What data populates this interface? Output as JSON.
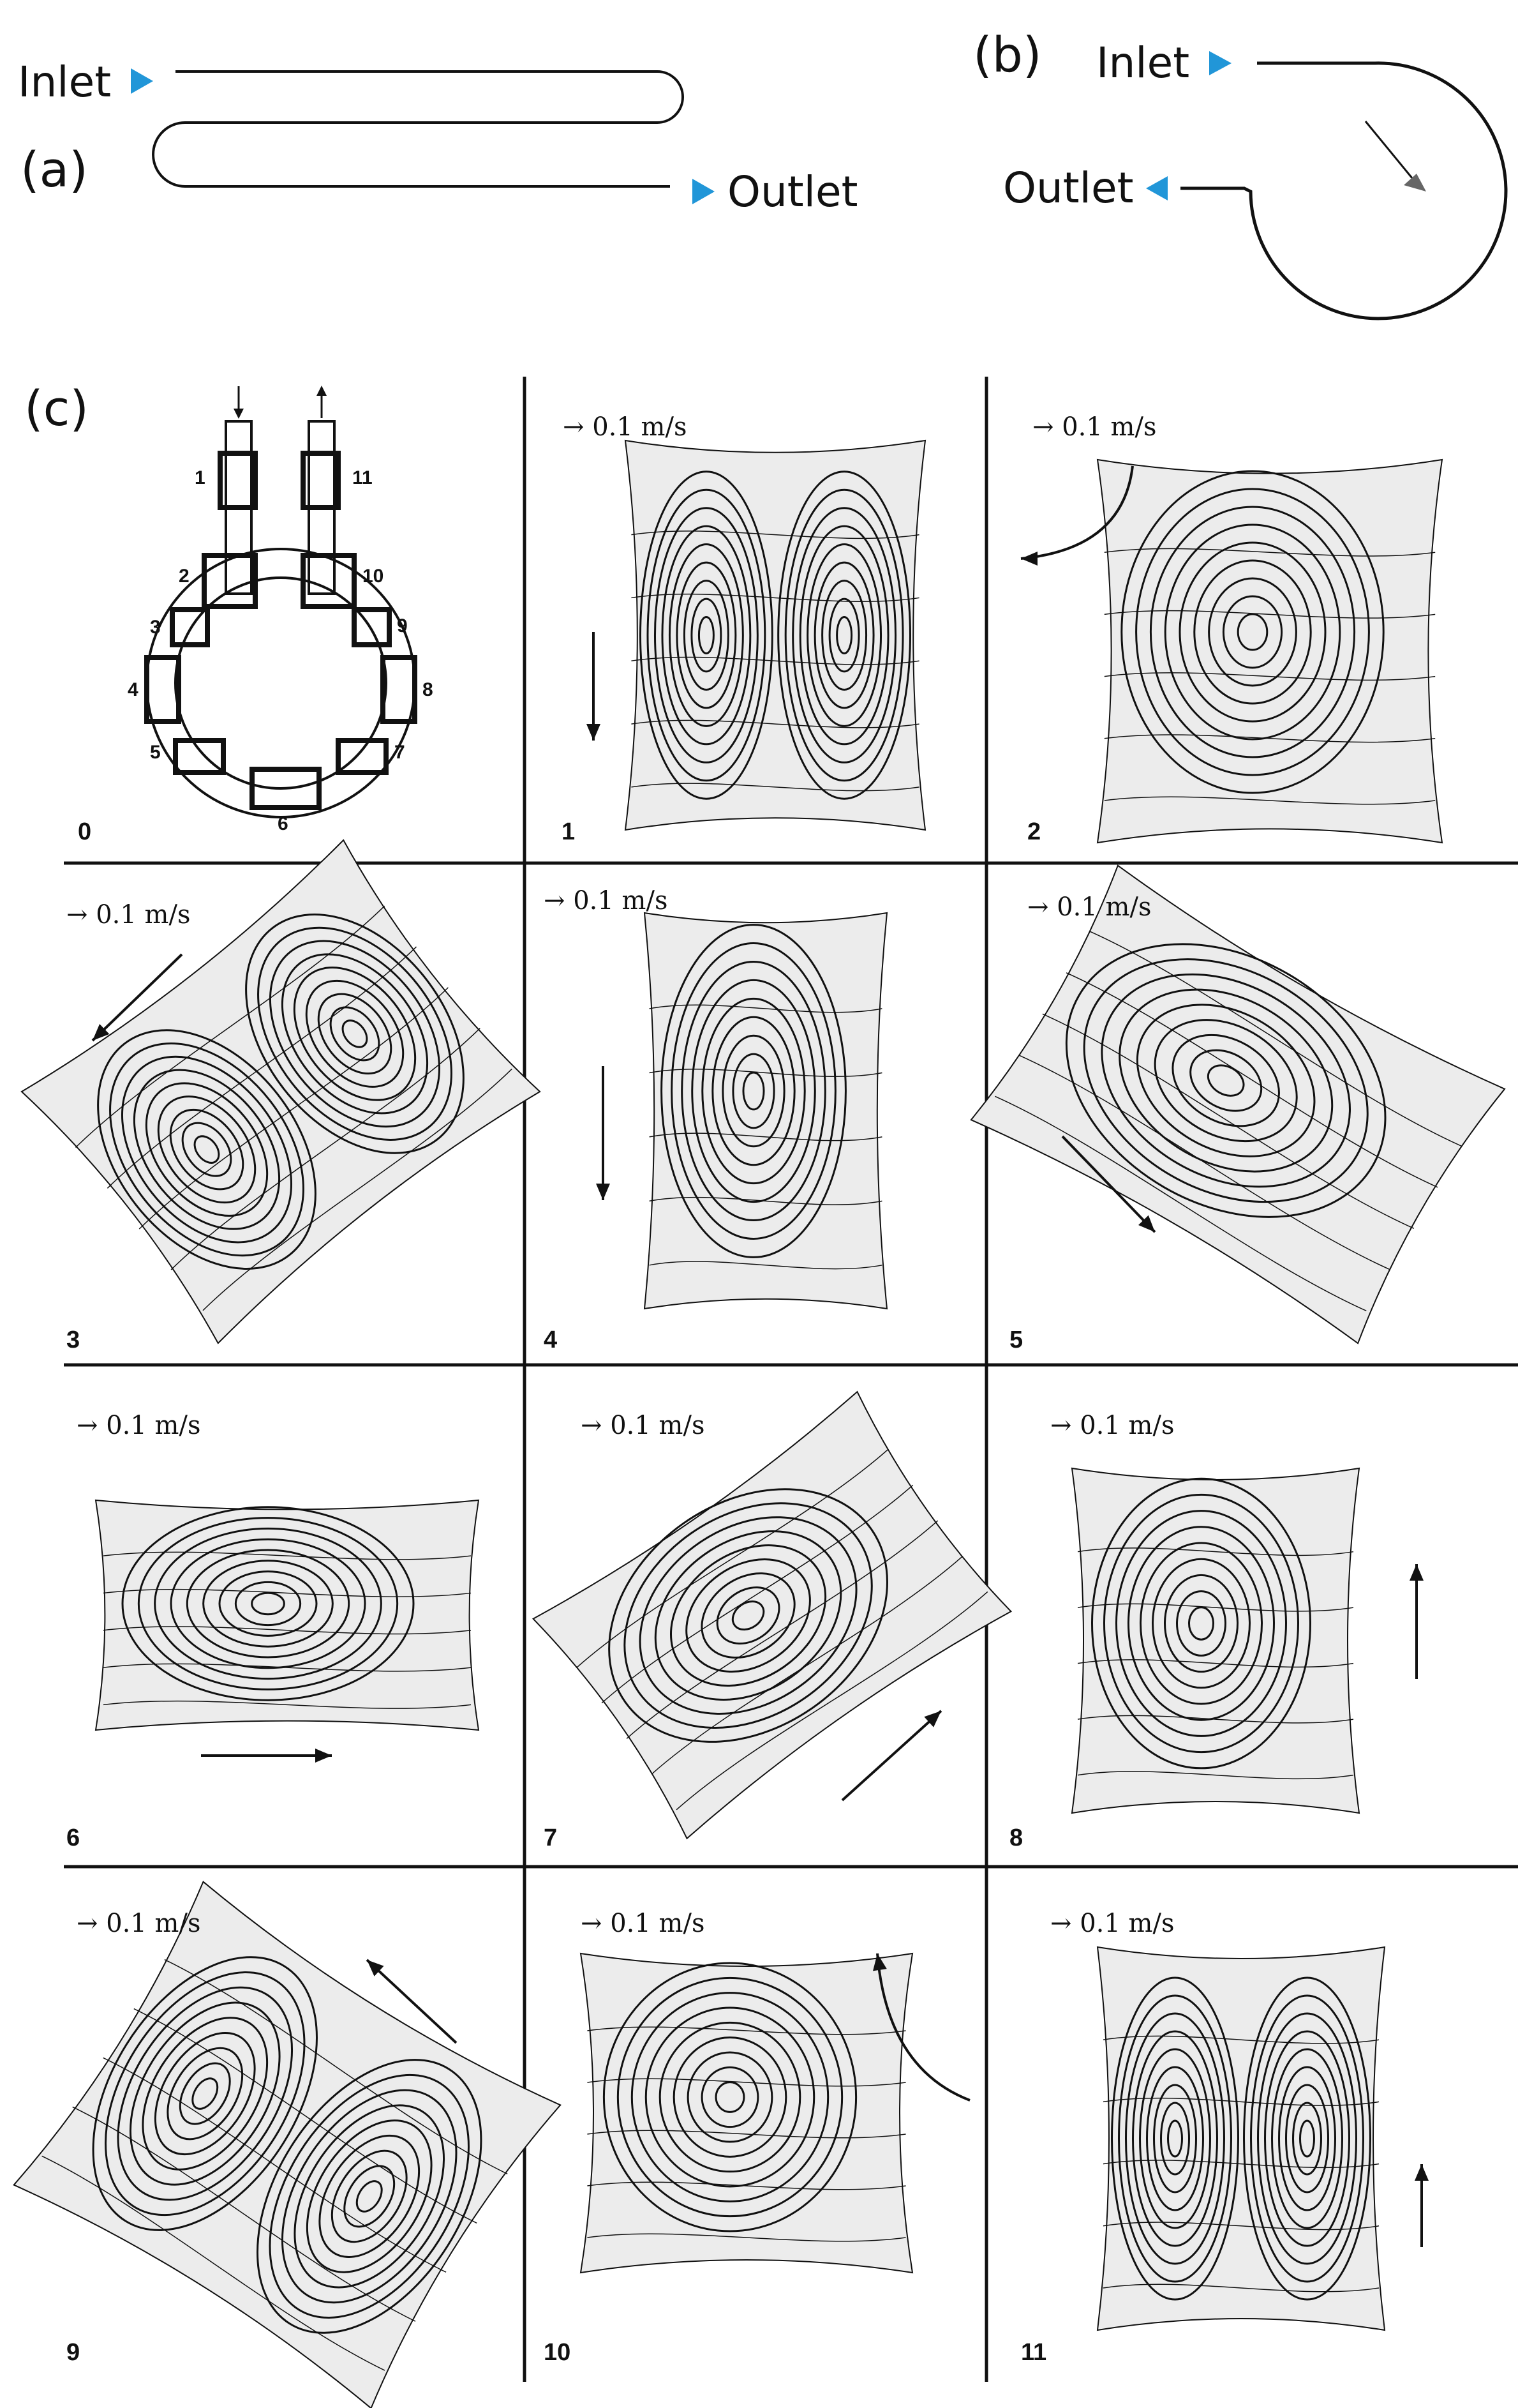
{
  "panel_a": {
    "label": "(a)",
    "inlet": "Inlet",
    "outlet": "Outlet"
  },
  "panel_b": {
    "label": "(b)",
    "inlet": "Inlet",
    "outlet": "Outlet"
  },
  "panel_c": {
    "label": "(c)",
    "schematic_section_numbers": [
      "1",
      "2",
      "3",
      "4",
      "5",
      "6",
      "7",
      "8",
      "9",
      "10",
      "11"
    ],
    "scale_label": "→ 0.1 m/s",
    "panels": [
      {
        "id": "0"
      },
      {
        "id": "1"
      },
      {
        "id": "2"
      },
      {
        "id": "3"
      },
      {
        "id": "4"
      },
      {
        "id": "5"
      },
      {
        "id": "6"
      },
      {
        "id": "7"
      },
      {
        "id": "8"
      },
      {
        "id": "9"
      },
      {
        "id": "10"
      },
      {
        "id": "11"
      }
    ]
  },
  "colors": {
    "port_marker": "#2196d8",
    "line": "#111111",
    "flow_region": "#ececec"
  },
  "icons": {
    "inlet_marker": "triangle-right",
    "outlet_marker_a": "triangle-right",
    "outlet_marker_b": "triangle-left"
  }
}
